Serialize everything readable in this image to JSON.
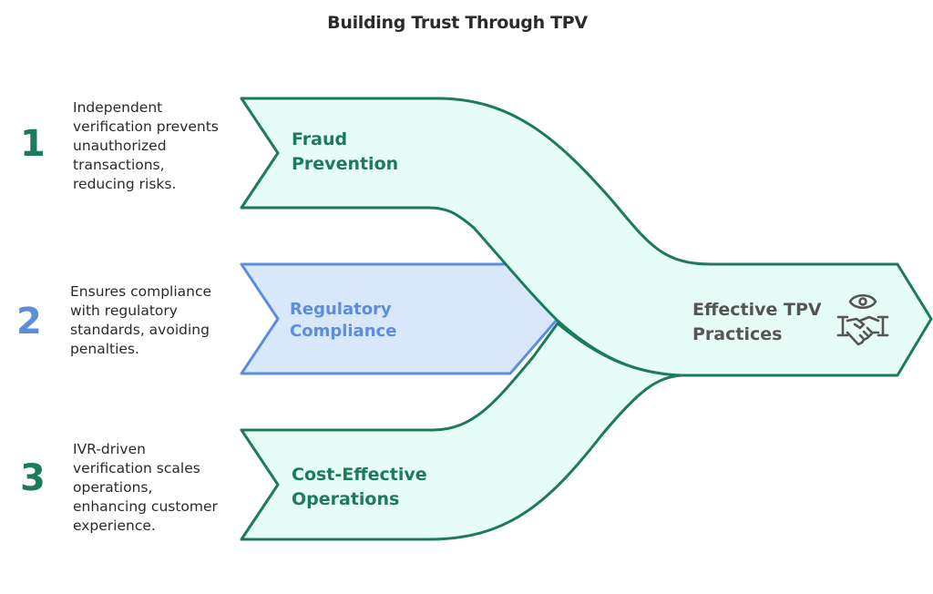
{
  "title": "Building Trust Through TPV",
  "colors": {
    "green_stroke": "#1d7a5c",
    "green_fill": "#e6fcf6",
    "blue_stroke": "#5b8fdc",
    "blue_fill": "#d9e7fa",
    "text_dark": "#2b2b2b",
    "outcome_text": "#555555"
  },
  "items": [
    {
      "number": "1",
      "label_line1": "Fraud",
      "label_line2": "Prevention",
      "description": [
        "Independent",
        "verification prevents",
        "unauthorized",
        "transactions,",
        "reducing risks."
      ]
    },
    {
      "number": "2",
      "label_line1": "Regulatory",
      "label_line2": "Compliance",
      "description": [
        "Ensures compliance",
        "with regulatory",
        "standards, avoiding",
        "penalties."
      ]
    },
    {
      "number": "3",
      "label_line1": "Cost-Effective",
      "label_line2": "Operations",
      "description": [
        "IVR-driven",
        "verification scales",
        "operations,",
        "enhancing customer",
        "experience."
      ]
    }
  ],
  "outcome": {
    "label_line1": "Effective TPV",
    "label_line2": "Practices",
    "icon": "eye-handshake-icon"
  }
}
